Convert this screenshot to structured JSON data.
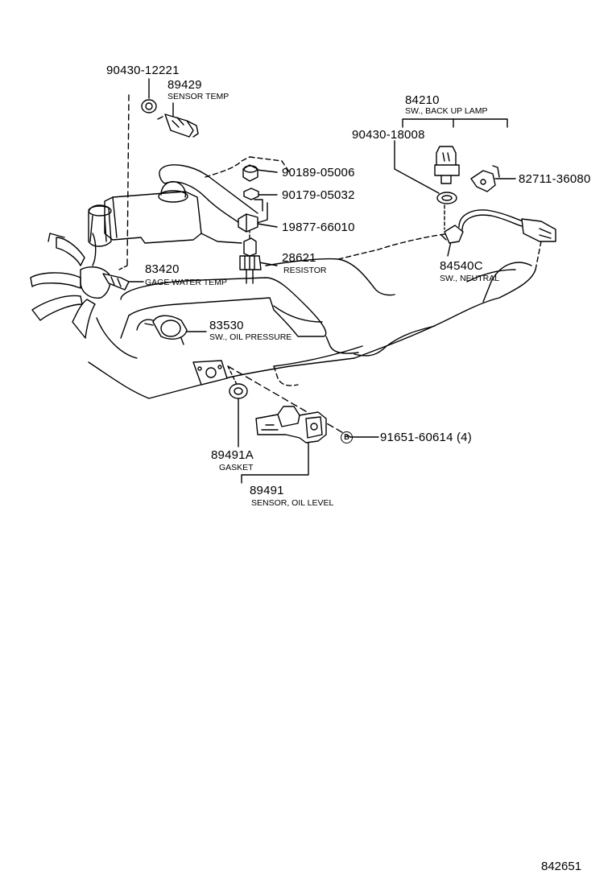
{
  "diagram_ref": "842651",
  "callouts": [
    {
      "id": "c1",
      "part_no": "90430-12221",
      "desc": ""
    },
    {
      "id": "c2",
      "part_no": "89429",
      "desc": "SENSOR TEMP"
    },
    {
      "id": "c3",
      "part_no": "84210",
      "desc": "SW., BACK UP LAMP"
    },
    {
      "id": "c4",
      "part_no": "90430-18008",
      "desc": ""
    },
    {
      "id": "c5",
      "part_no": "90189-05006",
      "desc": ""
    },
    {
      "id": "c6",
      "part_no": "90179-05032",
      "desc": ""
    },
    {
      "id": "c7",
      "part_no": "82711-36080",
      "desc": ""
    },
    {
      "id": "c8",
      "part_no": "19877-66010",
      "desc": ""
    },
    {
      "id": "c9",
      "part_no": "28621",
      "desc": "RESISTOR"
    },
    {
      "id": "c10",
      "part_no": "84540C",
      "desc": "SW., NEUTRAL"
    },
    {
      "id": "c11",
      "part_no": "83420",
      "desc": "GAGE WATER TEMP"
    },
    {
      "id": "c12",
      "part_no": "83530",
      "desc": "SW., OIL PRESSURE"
    },
    {
      "id": "c13",
      "part_no": "91651-60614 (4)",
      "desc": "",
      "badge": "B"
    },
    {
      "id": "c14",
      "part_no": "89491A",
      "desc": "GASKET"
    },
    {
      "id": "c15",
      "part_no": "89491",
      "desc": "SENSOR, OIL LEVEL"
    }
  ]
}
